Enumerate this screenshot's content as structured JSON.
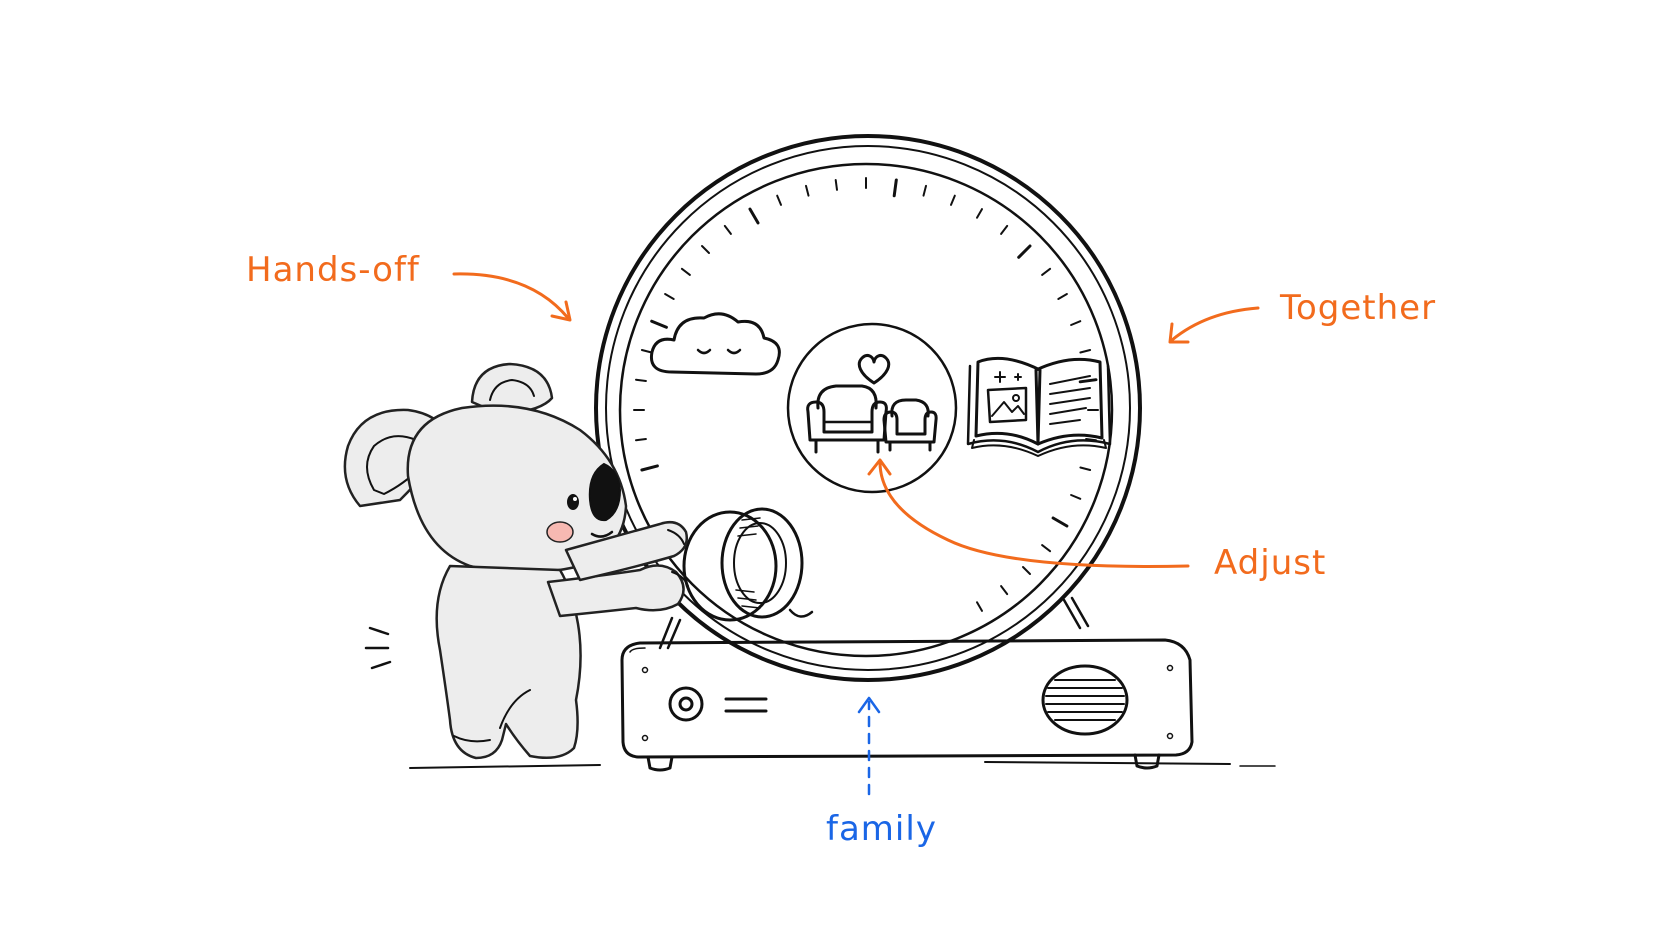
{
  "annotations": {
    "hands_off": {
      "text": "Hands-off",
      "color": "#f26b1d"
    },
    "together": {
      "text": "Together",
      "color": "#f26b1d"
    },
    "adjust": {
      "text": "Adjust",
      "color": "#f26b1d"
    },
    "family": {
      "text": "family",
      "color": "#1a66e6"
    }
  },
  "dial": {
    "icons": [
      "cloud-icon",
      "armchairs-icon",
      "heart-icon",
      "open-book-icon"
    ]
  }
}
